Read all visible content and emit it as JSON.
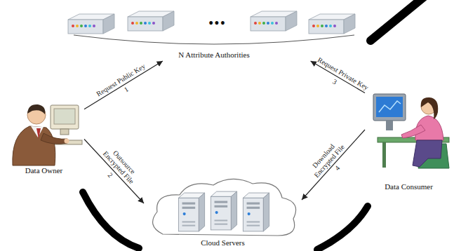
{
  "diagram": {
    "nodes": [
      {
        "text": [
          "N Attribute Authorities"
        ]
      },
      {
        "text": [
          "Data Owner"
        ]
      },
      {
        "text": [
          "Cloud Servers"
        ]
      },
      {
        "text": [
          "Data Consumer"
        ]
      }
    ],
    "edges": [
      {
        "from": 1,
        "to": 0,
        "arrow": "to",
        "label": "Request Public Key"
      },
      {
        "from": 1,
        "to": 2,
        "arrow": "to",
        "label": "Outsource Encrypted File"
      },
      {
        "from": 3,
        "to": 0,
        "arrow": "to",
        "label": "Request Private Key"
      },
      {
        "from": 3,
        "to": 2,
        "arrow": "to",
        "label": "Download Encrypted File"
      }
    ],
    "labels": [
      "1",
      "2",
      "3",
      "4",
      "•••"
    ]
  }
}
